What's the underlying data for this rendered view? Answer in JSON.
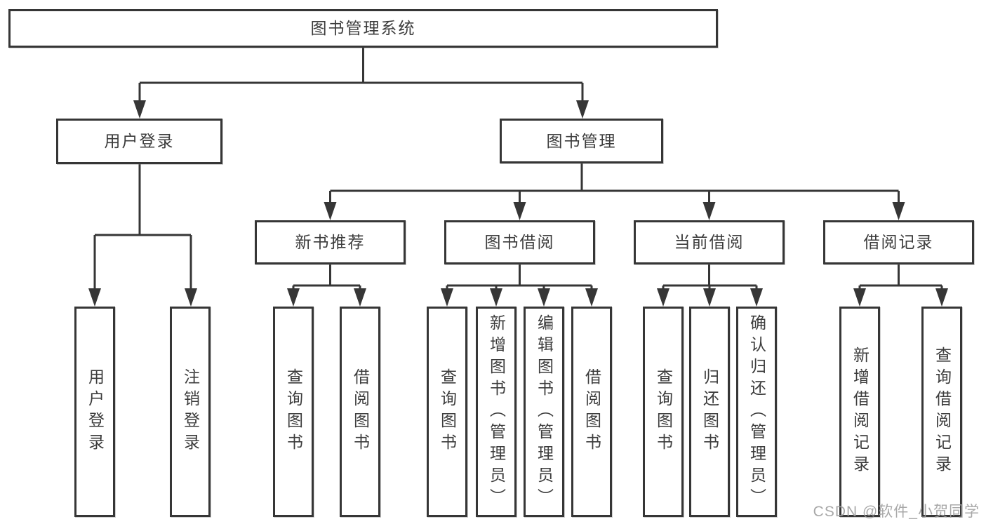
{
  "diagram": {
    "type": "hierarchy-tree",
    "title": "图书管理系统",
    "nodes": {
      "root": "图书管理系统",
      "level2": {
        "user_login": "用户登录",
        "book_mgmt": "图书管理"
      },
      "level3": {
        "new_book": "新书推荐",
        "book_borrow": "图书借阅",
        "current_borrow": "当前借阅",
        "borrow_records": "借阅记录"
      },
      "leaves": {
        "login_1": "用户登录",
        "login_2": "注销登录",
        "new_book_1": "查询图书",
        "new_book_2": "借阅图书",
        "borrow_1": "查询图书",
        "borrow_2": "新增图书（管理员）",
        "borrow_3": "编辑图书（管理员）",
        "borrow_4": "借阅图书",
        "current_1": "查询图书",
        "current_2": "归还图书",
        "current_3": "确认归还（管理员）",
        "records_1": "新增借阅记录",
        "records_2": "查询借阅记录"
      }
    },
    "edges": [
      [
        "图书管理系统",
        "用户登录"
      ],
      [
        "图书管理系统",
        "图书管理"
      ],
      [
        "用户登录",
        "用户登录"
      ],
      [
        "用户登录",
        "注销登录"
      ],
      [
        "图书管理",
        "新书推荐"
      ],
      [
        "图书管理",
        "图书借阅"
      ],
      [
        "图书管理",
        "当前借阅"
      ],
      [
        "图书管理",
        "借阅记录"
      ],
      [
        "新书推荐",
        "查询图书"
      ],
      [
        "新书推荐",
        "借阅图书"
      ],
      [
        "图书借阅",
        "查询图书"
      ],
      [
        "图书借阅",
        "新增图书（管理员）"
      ],
      [
        "图书借阅",
        "编辑图书（管理员）"
      ],
      [
        "图书借阅",
        "借阅图书"
      ],
      [
        "当前借阅",
        "查询图书"
      ],
      [
        "当前借阅",
        "归还图书"
      ],
      [
        "当前借阅",
        "确认归还（管理员）"
      ],
      [
        "借阅记录",
        "新增借阅记录"
      ],
      [
        "借阅记录",
        "查询借阅记录"
      ]
    ],
    "colors": {
      "line": "#363636",
      "text": "#3c3c3c",
      "background": "#ffffff",
      "watermark": "#9e9e9e"
    }
  },
  "watermark": "CSDN @软件_小贺同学"
}
